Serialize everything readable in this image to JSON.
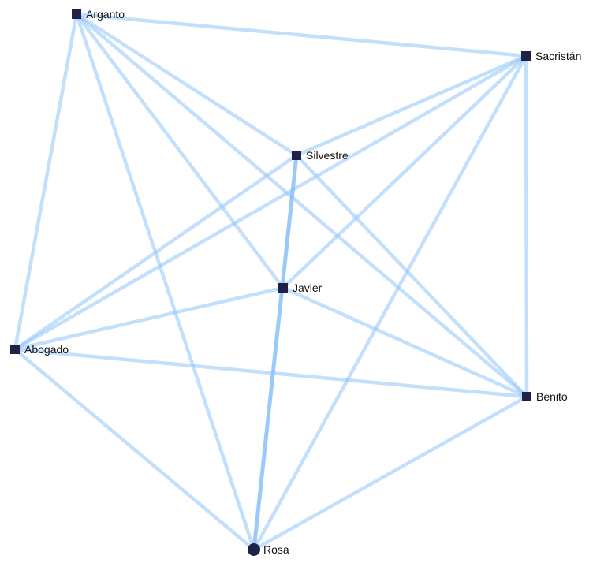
{
  "graph": {
    "type": "network",
    "colors": {
      "edge": "#90c4fa",
      "edge_strong": "#7ab8f8",
      "node": "#1f2245",
      "label": "#111111",
      "background": "#ffffff"
    },
    "nodes": [
      {
        "id": "argento",
        "label": "Arganto",
        "shape": "square"
      },
      {
        "id": "sacristan",
        "label": "Sacristán",
        "shape": "square"
      },
      {
        "id": "silvestre",
        "label": "Silvestre",
        "shape": "square"
      },
      {
        "id": "javier",
        "label": "Javier",
        "shape": "square"
      },
      {
        "id": "abogado",
        "label": "Abogado",
        "shape": "square"
      },
      {
        "id": "benito",
        "label": "Benito",
        "shape": "square"
      },
      {
        "id": "rosa",
        "label": "Rosa",
        "shape": "circle"
      }
    ],
    "edges": [
      {
        "source": "argento",
        "target": "sacristan",
        "weight": 1
      },
      {
        "source": "argento",
        "target": "silvestre",
        "weight": 1
      },
      {
        "source": "argento",
        "target": "javier",
        "weight": 1
      },
      {
        "source": "argento",
        "target": "abogado",
        "weight": 1
      },
      {
        "source": "argento",
        "target": "benito",
        "weight": 1
      },
      {
        "source": "argento",
        "target": "rosa",
        "weight": 1
      },
      {
        "source": "sacristan",
        "target": "silvestre",
        "weight": 1
      },
      {
        "source": "sacristan",
        "target": "javier",
        "weight": 1
      },
      {
        "source": "sacristan",
        "target": "abogado",
        "weight": 1
      },
      {
        "source": "sacristan",
        "target": "benito",
        "weight": 1
      },
      {
        "source": "sacristan",
        "target": "rosa",
        "weight": 1
      },
      {
        "source": "silvestre",
        "target": "abogado",
        "weight": 1
      },
      {
        "source": "silvestre",
        "target": "benito",
        "weight": 1
      },
      {
        "source": "silvestre",
        "target": "rosa",
        "weight": 2
      },
      {
        "source": "javier",
        "target": "abogado",
        "weight": 1
      },
      {
        "source": "javier",
        "target": "benito",
        "weight": 1
      },
      {
        "source": "abogado",
        "target": "benito",
        "weight": 1
      },
      {
        "source": "abogado",
        "target": "rosa",
        "weight": 1
      },
      {
        "source": "benito",
        "target": "rosa",
        "weight": 1
      }
    ]
  }
}
